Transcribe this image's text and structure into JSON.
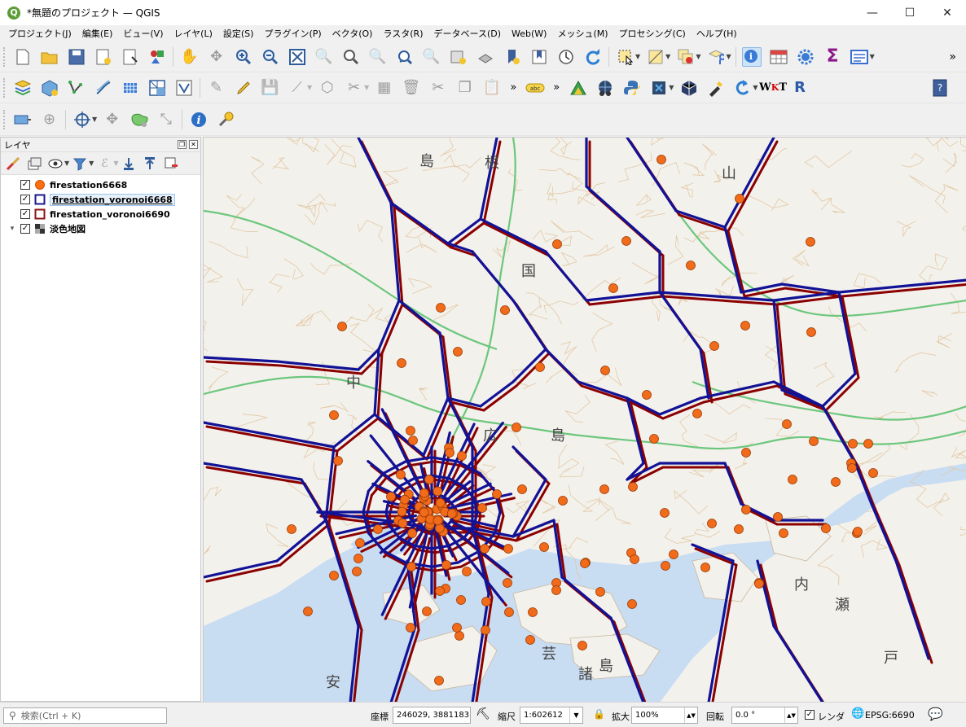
{
  "window": {
    "title": "*無題のプロジェクト — QGIS",
    "icon": "qgis-logo-icon",
    "controls": [
      "minimize-icon",
      "maximize-icon",
      "close-icon"
    ]
  },
  "menu": [
    "プロジェクト(J)",
    "編集(E)",
    "ビュー(V)",
    "レイヤ(L)",
    "設定(S)",
    "プラグイン(P)",
    "ベクタ(O)",
    "ラスタ(R)",
    "データベース(D)",
    "Web(W)",
    "メッシュ(M)",
    "プロセシング(C)",
    "ヘルプ(H)"
  ],
  "toolbar_overflow": "»",
  "layers_panel": {
    "title": "レイヤ",
    "layers": [
      {
        "name": "firestation6668",
        "checked": true,
        "symbol": "point",
        "color": "#ff6d10"
      },
      {
        "name": "firestation_voronoi6668",
        "checked": true,
        "symbol": "polygon",
        "color": "#1a1a8c"
      },
      {
        "name": "firestation_voronoi6690",
        "checked": true,
        "symbol": "polygon",
        "color": "#8c1414"
      },
      {
        "name": "淡色地図",
        "checked": true,
        "symbol": "raster",
        "color": "#333333"
      }
    ]
  },
  "map": {
    "labels": [
      "島",
      "根",
      "山",
      "広",
      "島",
      "中",
      "国",
      "安",
      "芸",
      "諸",
      "島",
      "内",
      "瀬",
      "戸"
    ],
    "colors": {
      "sea": "#c8dcf2",
      "land": "#f3f1ec",
      "voronoi6668": "#121296",
      "voronoi6690": "#8b0000",
      "station": "#f26b1a"
    }
  },
  "status": {
    "search_placeholder": "検索(Ctrl + K)",
    "coord_label": "座標",
    "coord_value": "246029, 3881183",
    "scale_label": "縮尺",
    "scale_value": "1:602612",
    "zoom_label": "拡大",
    "zoom_value": "100%",
    "rotation_label": "回転",
    "rotation_value": "0.0 °",
    "render_label": "レンダ",
    "crs_label": "EPSG:6690"
  }
}
